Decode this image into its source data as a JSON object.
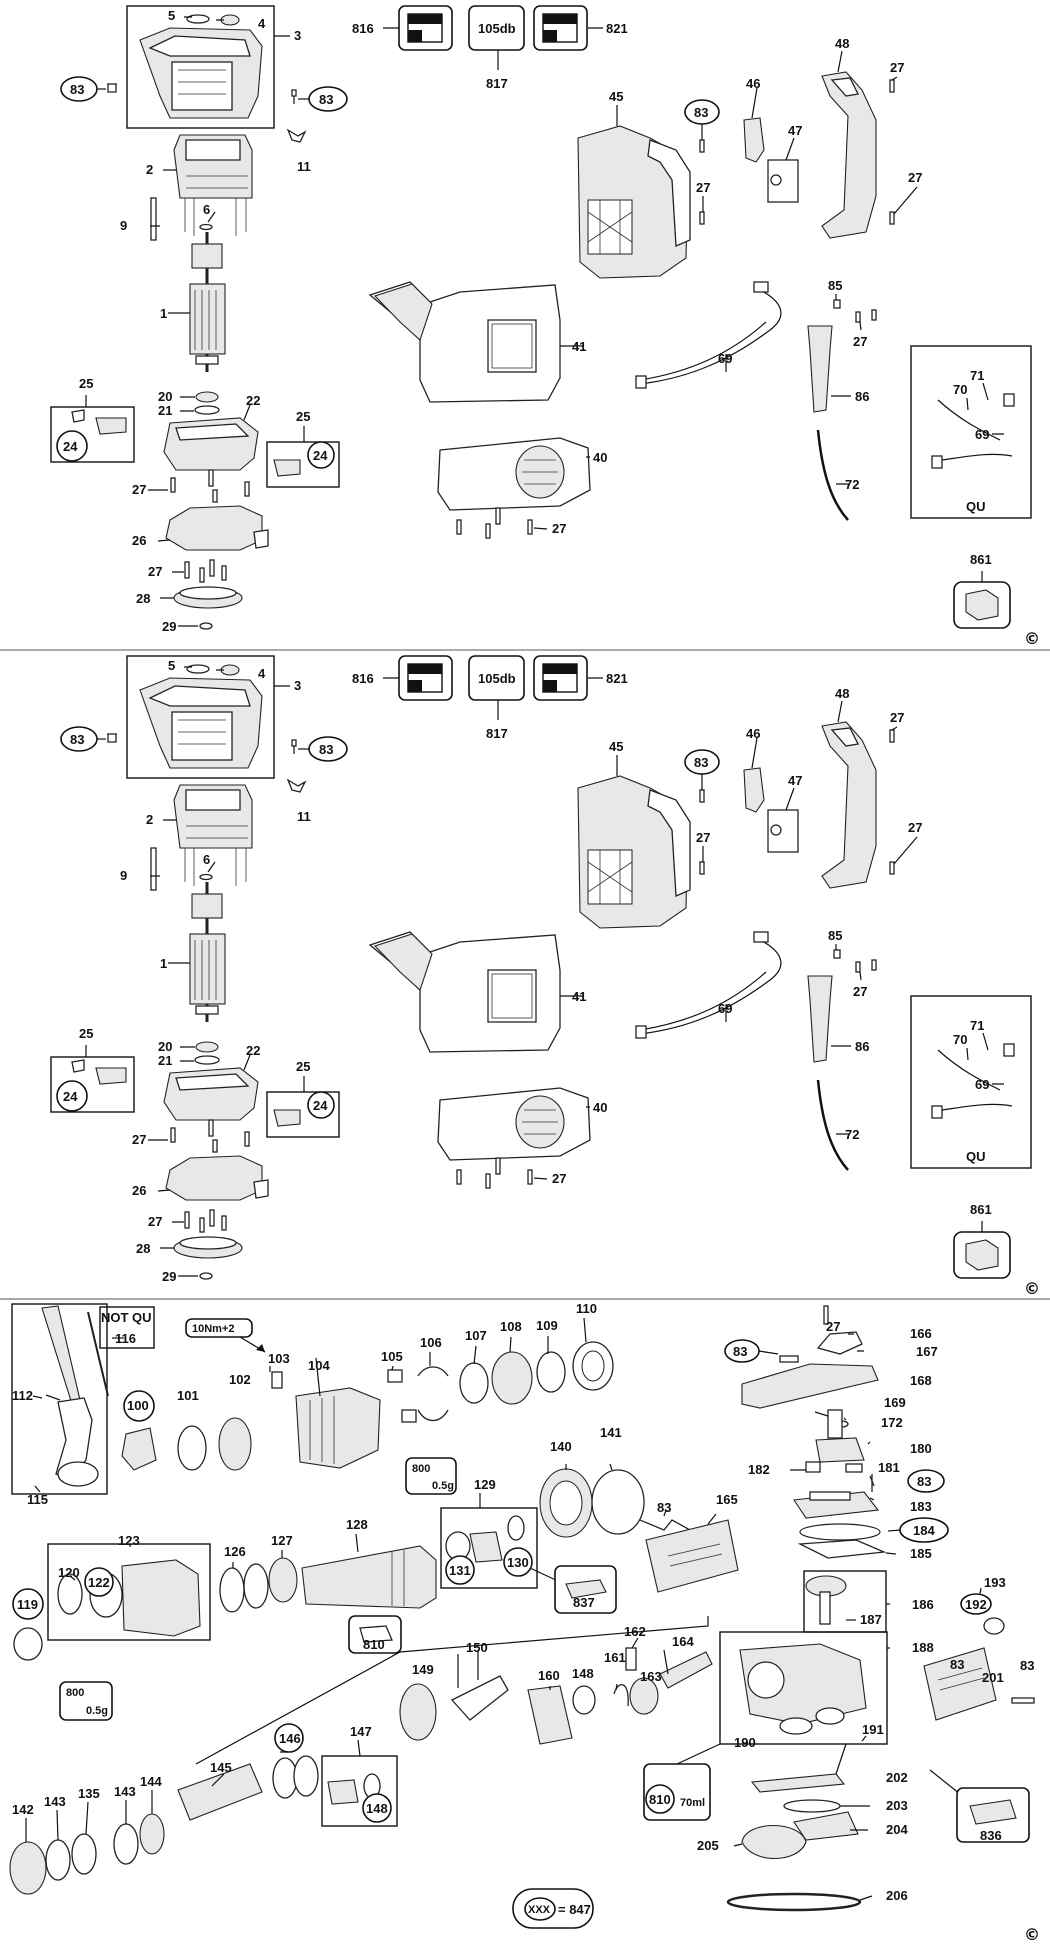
{
  "section1": {
    "labels": {
      "l5": "5",
      "l4": "4",
      "l3": "3",
      "l83a": "83",
      "l83b": "83",
      "l11": "11",
      "l2": "2",
      "l6": "6",
      "l9": "9",
      "l1": "1",
      "l25a": "25",
      "l24a": "24",
      "l20": "20",
      "l21": "21",
      "l22": "22",
      "l25b": "25",
      "l24b": "24",
      "l27a": "27",
      "l26": "26",
      "l27b": "27",
      "l28": "28",
      "l29": "29",
      "l816": "816",
      "l105": "105db",
      "l821": "821",
      "l817": "817",
      "l41": "41",
      "l40": "40",
      "l27c": "27",
      "l45": "45",
      "l83c": "83",
      "l27d": "27",
      "l46": "46",
      "l47": "47",
      "l48": "48",
      "l27e": "27",
      "l27f": "27",
      "l85": "85",
      "l27g": "27",
      "l69": "69",
      "l86": "86",
      "l72": "72",
      "l71": "71",
      "l70": "70",
      "l69b": "69",
      "lqu": "QU",
      "l861": "861",
      "copy": "©"
    }
  },
  "section2": {
    "labels": {
      "l5": "5",
      "l4": "4",
      "l3": "3",
      "l83a": "83",
      "l83b": "83",
      "l11": "11",
      "l2": "2",
      "l6": "6",
      "l9": "9",
      "l1": "1",
      "l25a": "25",
      "l24a": "24",
      "l20": "20",
      "l21": "21",
      "l22": "22",
      "l25b": "25",
      "l24b": "24",
      "l27a": "27",
      "l26": "26",
      "l27b": "27",
      "l28": "28",
      "l29": "29",
      "l816": "816",
      "l105": "105db",
      "l821": "821",
      "l817": "817",
      "l41": "41",
      "l40": "40",
      "l27c": "27",
      "l45": "45",
      "l83c": "83",
      "l27d": "27",
      "l46": "46",
      "l47": "47",
      "l48": "48",
      "l27e": "27",
      "l27f": "27",
      "l85": "85",
      "l27g": "27",
      "l69": "69",
      "l86": "86",
      "l72": "72",
      "l71": "71",
      "l70": "70",
      "l69b": "69",
      "lqu": "QU",
      "l861": "861",
      "copy": "©"
    }
  },
  "section3": {
    "labels": {
      "notqu": "NOT QU",
      "l116": "116",
      "l112": "112",
      "l115": "115",
      "torque": "10Nm+2",
      "l103": "103",
      "l104": "104",
      "l100": "100",
      "l101": "101",
      "l102": "102",
      "l105": "105",
      "l106": "106",
      "l107": "107",
      "l108": "108",
      "l109": "109",
      "l110": "110",
      "l27": "27",
      "l166": "166",
      "l83a": "83",
      "l167": "167",
      "l168": "168",
      "l169": "169",
      "l172": "172",
      "l180": "180",
      "l182": "182",
      "l181": "181",
      "l83b": "83",
      "l183": "183",
      "l184": "184",
      "l185": "185",
      "g800a": "800",
      "g05a": "0.5g",
      "l129": "129",
      "l140": "140",
      "l141": "141",
      "l83c": "83",
      "l165": "165",
      "l131": "131",
      "l130": "130",
      "l837": "837",
      "l123": "123",
      "l126": "126",
      "l127": "127",
      "l128": "128",
      "l119": "119",
      "l120": "120",
      "l122": "122",
      "l810a": "810",
      "g800b": "800",
      "g05b": "0.5g",
      "l186": "186",
      "l187": "187",
      "l193": "193",
      "l192": "192",
      "l188": "188",
      "l83d": "83",
      "l201": "201",
      "l83e": "83",
      "l162": "162",
      "l148a": "148",
      "l161": "161",
      "l163": "163",
      "l164": "164",
      "l149": "149",
      "l150": "150",
      "l160": "160",
      "l147": "147",
      "l146": "146",
      "l148b": "148",
      "l145": "145",
      "l142": "142",
      "l143a": "143",
      "l135": "135",
      "l143b": "143",
      "l144": "144",
      "l190": "190",
      "l191": "191",
      "l810b": "810",
      "ml70": "70ml",
      "l202": "202",
      "l203": "203",
      "l204": "204",
      "l205": "205",
      "l836": "836",
      "l206": "206",
      "xxx": "XXX",
      "eq847": "= 847",
      "copy": "©"
    }
  }
}
